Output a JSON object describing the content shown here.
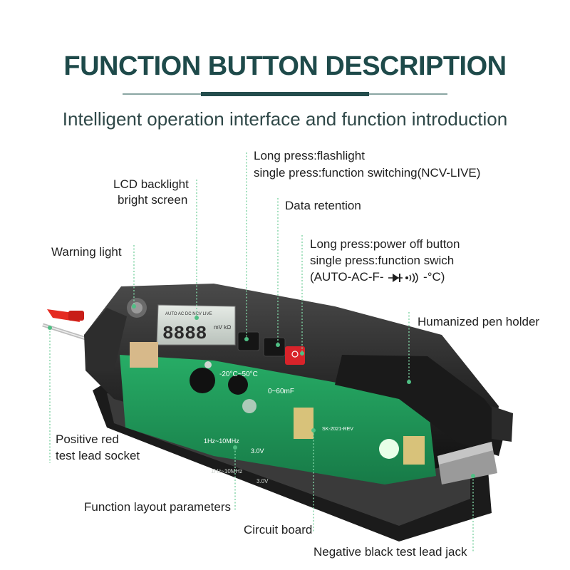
{
  "header": {
    "title": "FUNCTION BUTTON DESCRIPTION",
    "subtitle": "Intelligent operation interface and function introduction"
  },
  "callouts": {
    "flashlight_line1": "Long press:flashlight",
    "flashlight_line2": "single press:function switching(NCV-LIVE)",
    "lcd_line1": "LCD backlight",
    "lcd_line2": "bright screen",
    "data_retention": "Data retention",
    "power_line1": "Long press:power off button",
    "power_line2": "single press:function swich",
    "power_line3_prefix": "(AUTO-AC-F-",
    "power_line3_suffix": "-°C)",
    "warning_light": "Warning light",
    "pen_holder": "Humanized pen holder",
    "positive_line1": "Positive red",
    "positive_line2": "test lead socket",
    "function_layout": "Function layout parameters",
    "circuit_board": "Circuit board",
    "negative_jack": "Negative black test lead jack"
  },
  "device": {
    "lcd_digits": "8888",
    "lcd_top": "AUTO AC DC NCV LIVE",
    "lcd_units": "mV kΩ",
    "board_temp": "-20°C~50°C",
    "board_cap": "0~60mF",
    "board_freq": "1Hz~10MHz",
    "board_volt": "3.0V",
    "board_freq2": "1Hz~10MHz",
    "board_volt2": "3.0V",
    "board_serial": "SK-2021-REV"
  },
  "colors": {
    "title": "#1e4a4a",
    "accent": "#4fbf84",
    "pcb": "#1f9a5c",
    "body": "#2b2b2b",
    "red_button": "#d8232a",
    "red_probe": "#e52b21"
  }
}
